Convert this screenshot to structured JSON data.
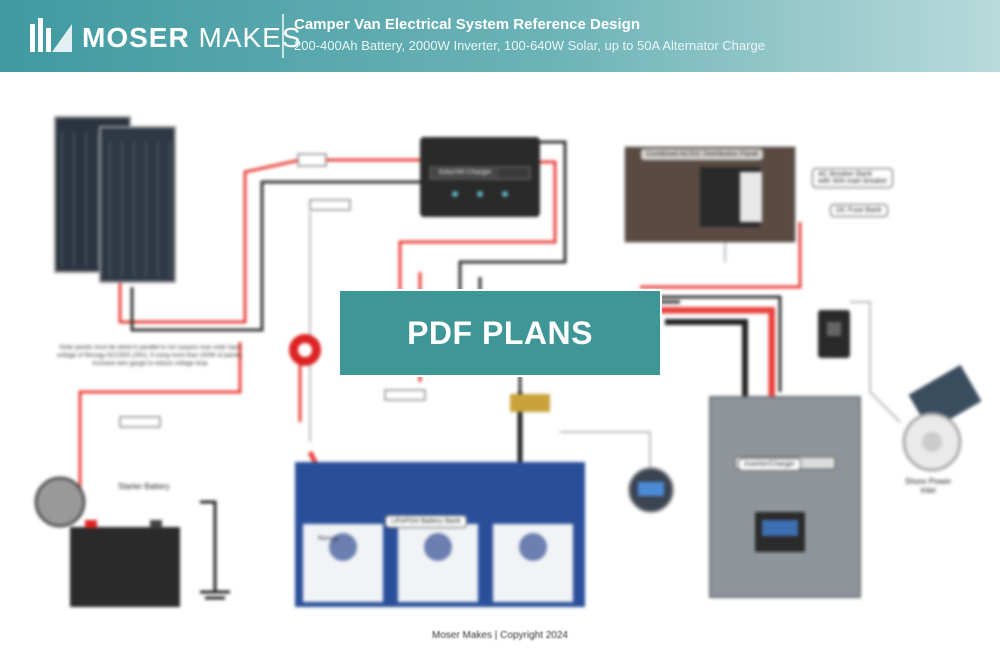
{
  "header": {
    "brand_bold": "MOSER",
    "brand_light": " MAKES",
    "title": "Camper Van Electrical System Reference Design",
    "subtitle": "200-400Ah Battery, 2000W Inverter, 100-640W Solar, up to 50A Alternator Charge"
  },
  "overlay": {
    "label": "PDF PLANS"
  },
  "diagram": {
    "dc_dc_charger": "Solar/Alt Charger",
    "panel_title": "Combined AC/DC Distribution Panel",
    "ac_breaker": "AC Breaker Bank\nwith 30A main breaker",
    "dc_fuse": "DC Fuse Bank",
    "inverter": "Inverter/Charger",
    "battery_bank": "LiFePO4 Battery Bank",
    "starter_battery": "Starter Battery",
    "shore_power": "Shore Power\nInlet",
    "solar_note": "Solar panels must be wired in parallel to not surpass max solar input voltage of Renogy DCC50S (25V). If using more than 200W of panels, increase wire gauge to reduce voltage drop",
    "battery_brand": "Renogy"
  },
  "footer": {
    "text": "Moser Makes | Copyright 2024"
  },
  "colors": {
    "accent": "#3f9696",
    "header": "#4ea3a8",
    "wire_pos": "#e8413a",
    "wire_neg": "#2b2b2b"
  }
}
